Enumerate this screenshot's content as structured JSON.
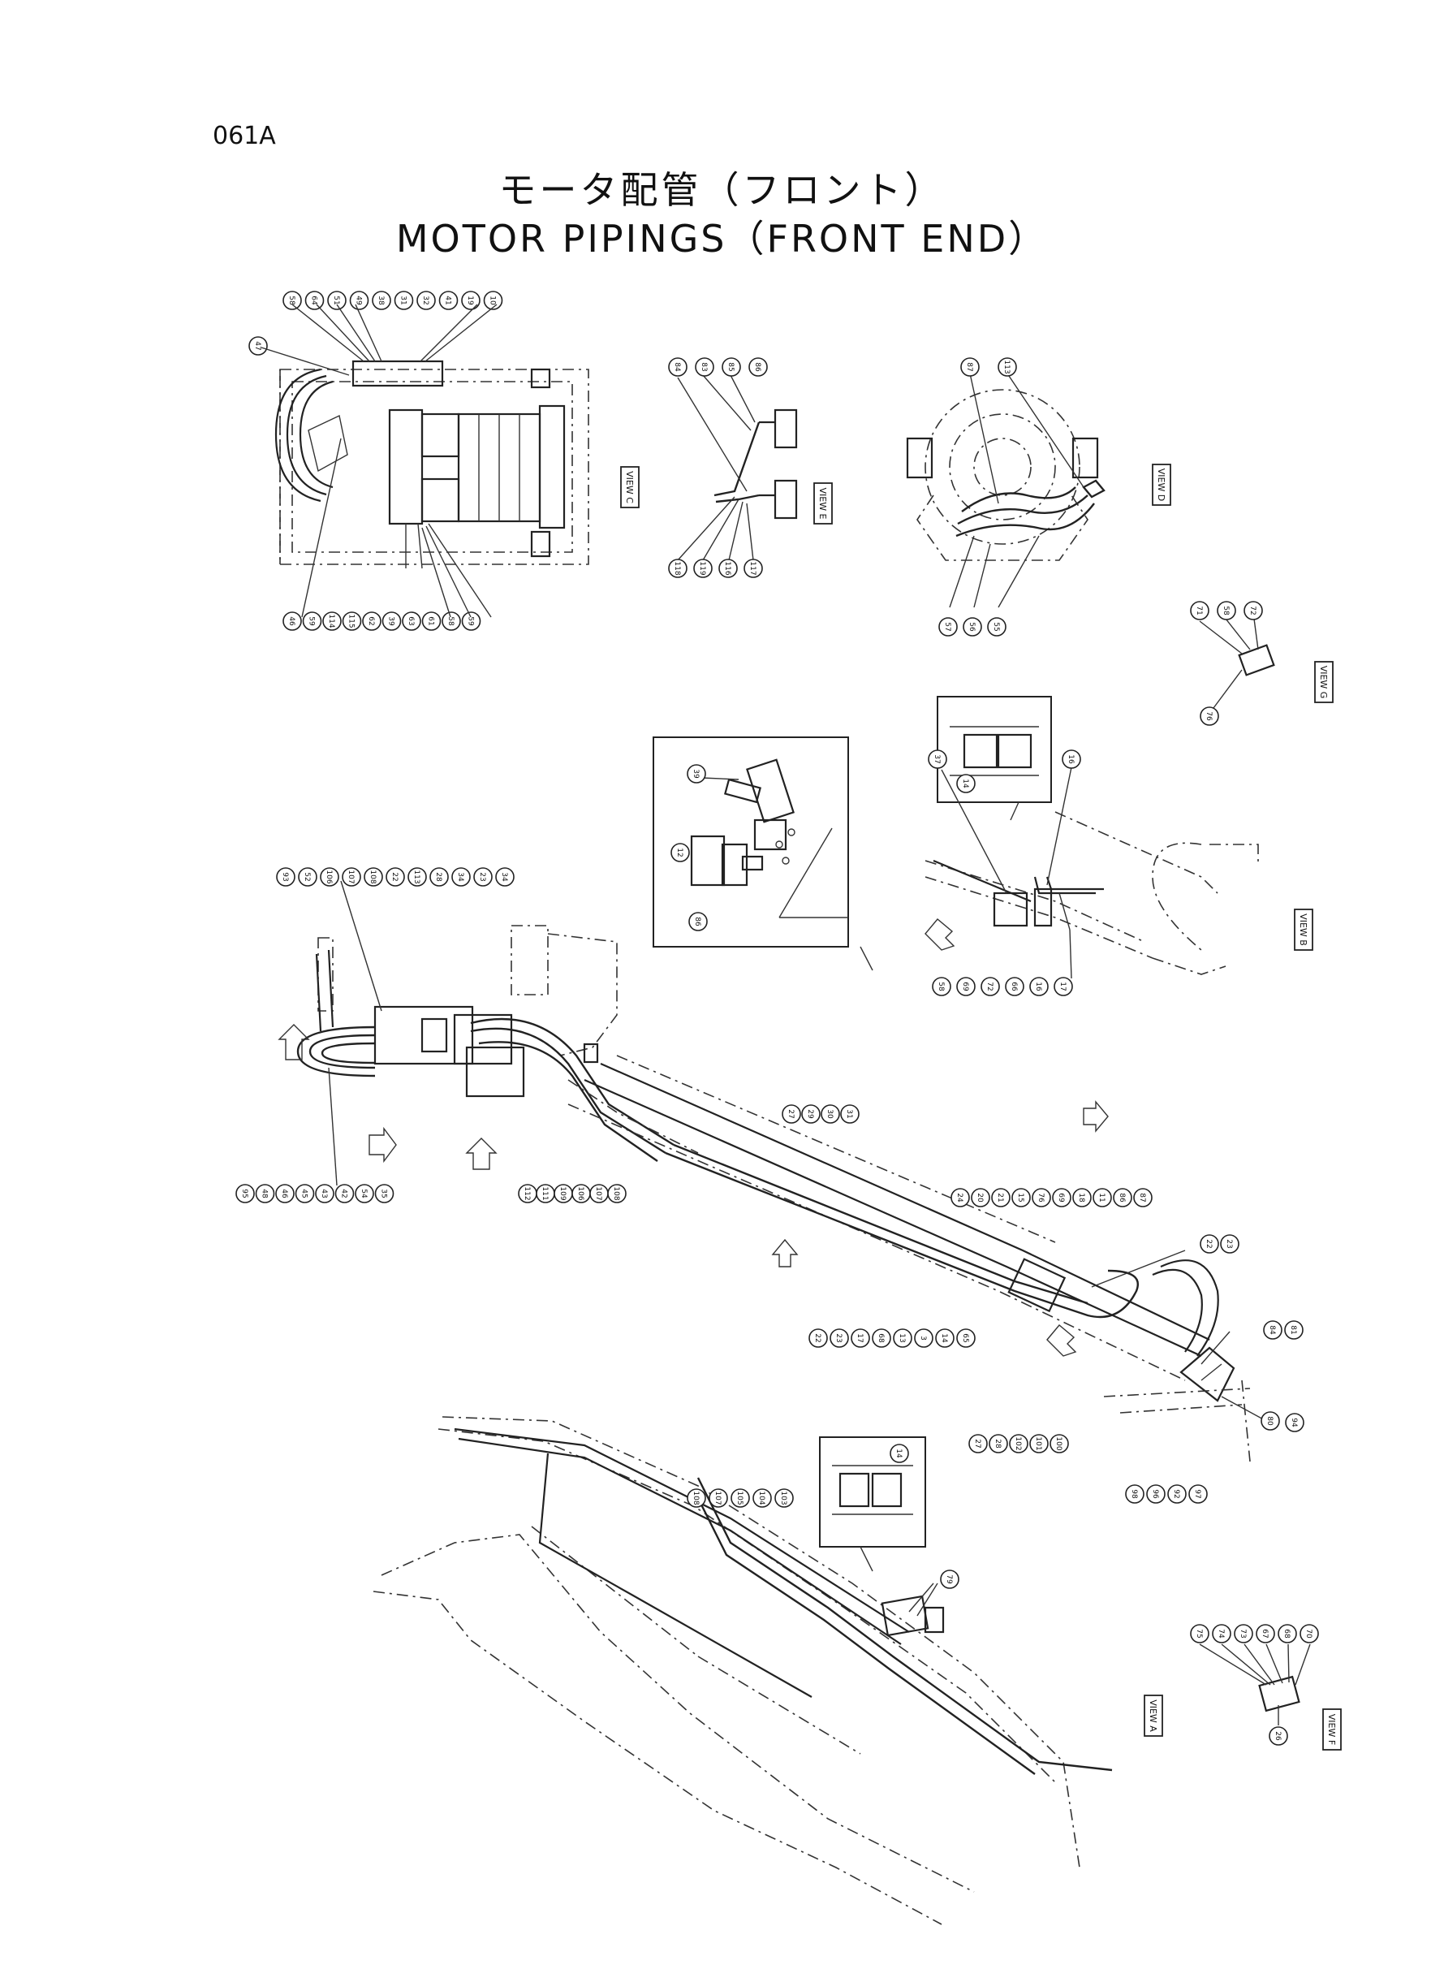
{
  "page_code": "061A",
  "title_jp": "モータ配管（フロント）",
  "title_en": "MOTOR PIPINGS（FRONT END）",
  "view_tags": [
    "VIEW C",
    "VIEW E",
    "VIEW D",
    "VIEW G",
    "VIEW B",
    "VIEW A",
    "VIEW F"
  ],
  "callouts": {
    "view_c": [
      "58",
      "64",
      "51",
      "49",
      "38",
      "31",
      "32",
      "41",
      "19",
      "10",
      "47",
      "46",
      "59",
      "114",
      "115",
      "62",
      "39",
      "63",
      "61",
      "58",
      "59"
    ],
    "view_e": [
      "84",
      "83",
      "85",
      "86",
      "118",
      "119",
      "116",
      "117"
    ],
    "view_d": [
      "87",
      "113",
      "57",
      "56",
      "55"
    ],
    "view_g": [
      "71",
      "58",
      "72",
      "76"
    ],
    "detail_box": [
      "39",
      "12",
      "86"
    ],
    "view_b": [
      "37",
      "14",
      "16",
      "58",
      "69",
      "72",
      "66",
      "16",
      "17"
    ],
    "main_left": [
      "93",
      "52",
      "106",
      "107",
      "108",
      "22",
      "113",
      "28",
      "34",
      "23",
      "34"
    ],
    "main_bottom": [
      "95",
      "48",
      "46",
      "45",
      "43",
      "42",
      "54",
      "35",
      "112",
      "111",
      "109",
      "106",
      "107",
      "108"
    ],
    "arm": [
      "27",
      "29",
      "30",
      "31",
      "24",
      "20",
      "21",
      "15",
      "76",
      "69",
      "18",
      "11",
      "86",
      "87",
      "22",
      "23",
      "22",
      "23",
      "17",
      "68",
      "13",
      "3",
      "14",
      "65",
      "84",
      "81",
      "27",
      "28",
      "102",
      "101",
      "100",
      "98",
      "96",
      "92",
      "97",
      "80",
      "94"
    ],
    "lower_boom": [
      "108",
      "107",
      "105",
      "104",
      "103",
      "79",
      "14"
    ],
    "view_f": [
      "75",
      "74",
      "73",
      "67",
      "68",
      "70",
      "26"
    ]
  }
}
